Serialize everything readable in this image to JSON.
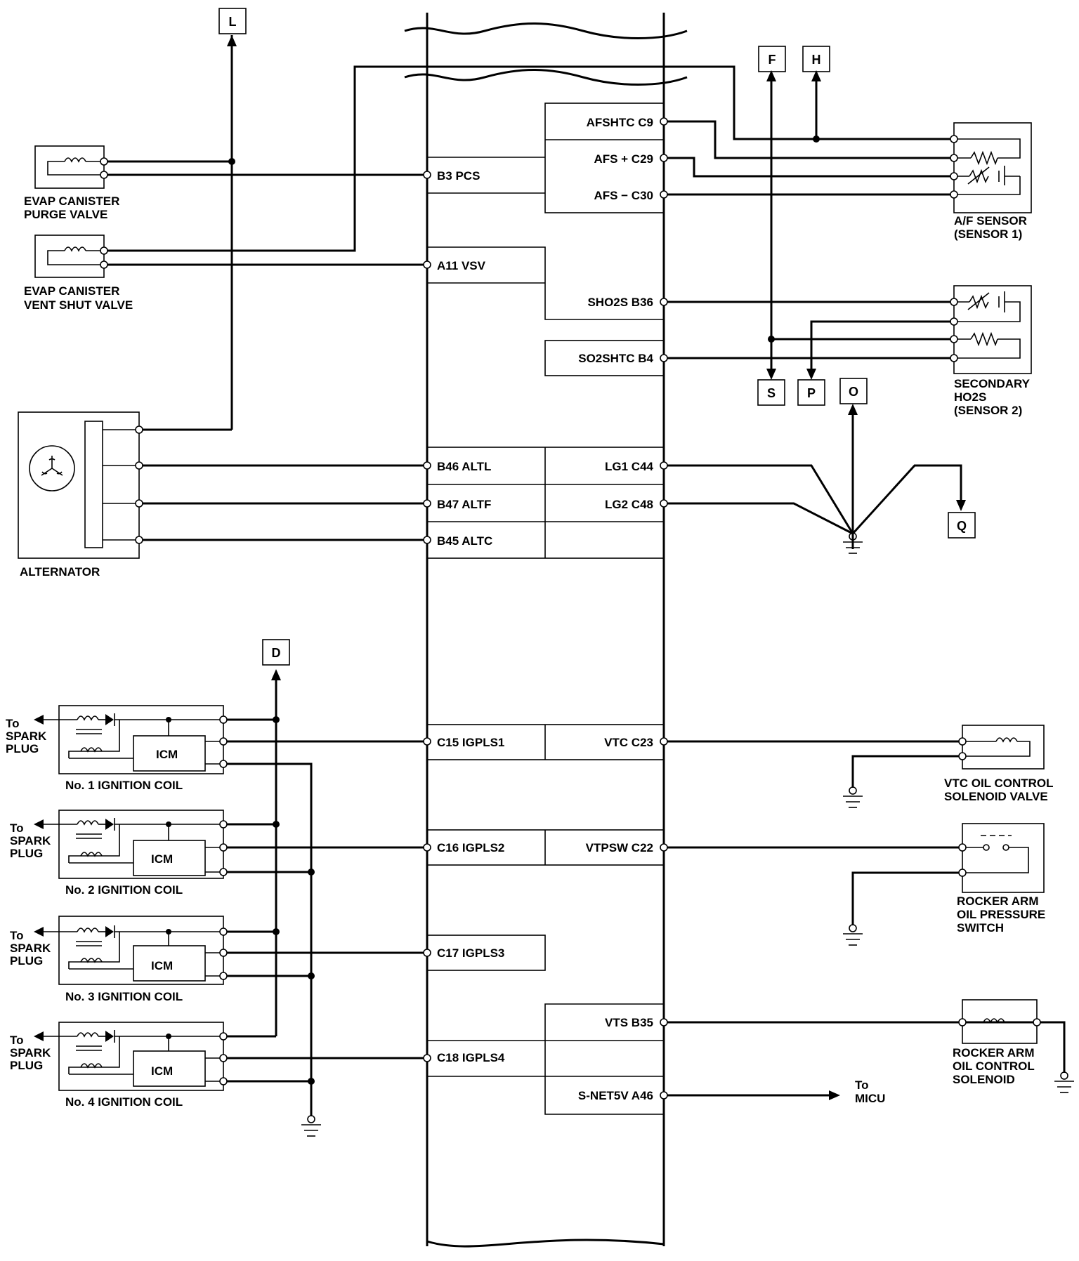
{
  "ecm_pins_left": [
    {
      "id": "b3",
      "label": "B3 PCS"
    },
    {
      "id": "a11",
      "label": "A11 VSV"
    },
    {
      "id": "b46",
      "label": "B46 ALTL"
    },
    {
      "id": "b47",
      "label": "B47 ALTF"
    },
    {
      "id": "b45",
      "label": "B45 ALTC"
    },
    {
      "id": "c15",
      "label": "C15 IGPLS1"
    },
    {
      "id": "c16",
      "label": "C16 IGPLS2"
    },
    {
      "id": "c17",
      "label": "C17 IGPLS3"
    },
    {
      "id": "c18",
      "label": "C18 IGPLS4"
    }
  ],
  "ecm_pins_right": [
    {
      "id": "c9",
      "label": "AFSHTC C9"
    },
    {
      "id": "c29",
      "label": "AFS + C29"
    },
    {
      "id": "c30",
      "label": "AFS − C30"
    },
    {
      "id": "b36",
      "label": "SHO2S B36"
    },
    {
      "id": "b4",
      "label": "SO2SHTC B4"
    },
    {
      "id": "c44",
      "label": "LG1 C44"
    },
    {
      "id": "c48",
      "label": "LG2 C48"
    },
    {
      "id": "c23",
      "label": "VTC C23"
    },
    {
      "id": "c22",
      "label": "VTPSW C22"
    },
    {
      "id": "b35",
      "label": "VTS B35"
    },
    {
      "id": "a46",
      "label": "S-NET5V A46"
    }
  ],
  "components": {
    "purge_valve": [
      "EVAP CANISTER",
      "PURGE VALVE"
    ],
    "vent_valve": [
      "EVAP CANISTER",
      "VENT SHUT VALVE"
    ],
    "alternator": "ALTERNATOR",
    "af_sensor": [
      "A/F SENSOR",
      "(SENSOR 1)"
    ],
    "ho2s": [
      "SECONDARY",
      "HO2S",
      "(SENSOR 2)"
    ],
    "vtc_valve": [
      "VTC OIL CONTROL",
      "SOLENOID VALVE"
    ],
    "rocker_switch": [
      "ROCKER ARM",
      "OIL PRESSURE",
      "SWITCH"
    ],
    "rocker_solenoid": [
      "ROCKER ARM",
      "OIL CONTROL",
      "SOLENOID"
    ],
    "coils": [
      "No. 1 IGNITION COIL",
      "No. 2 IGNITION COIL",
      "No. 3 IGNITION COIL",
      "No. 4 IGNITION COIL"
    ],
    "icm": "ICM",
    "spark_plug": [
      "To",
      "SPARK",
      "PLUG"
    ],
    "micu": [
      "To",
      "MICU"
    ]
  },
  "connectors": [
    "L",
    "F",
    "H",
    "S",
    "P",
    "O",
    "Q",
    "D"
  ]
}
